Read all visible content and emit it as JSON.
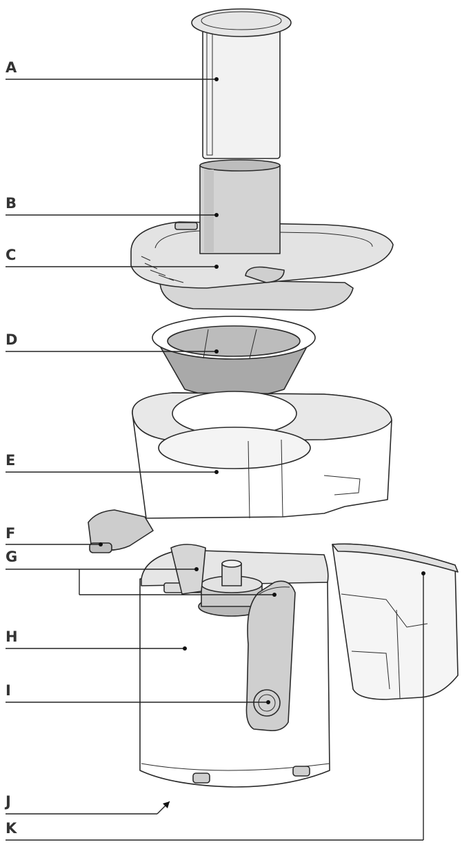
{
  "labels": {
    "a": "A",
    "b": "B",
    "c": "C",
    "d": "D",
    "e": "E",
    "f": "F",
    "g": "G",
    "h": "H",
    "i": "I",
    "j": "J",
    "k": "K"
  },
  "colors": {
    "part_fill": "#ffffff",
    "shade_light": "#ececec",
    "shade_mid": "#d9d9d9",
    "shade_dark": "#b5b5b5",
    "outline": "#2a2a2a",
    "label_text": "#333333"
  }
}
